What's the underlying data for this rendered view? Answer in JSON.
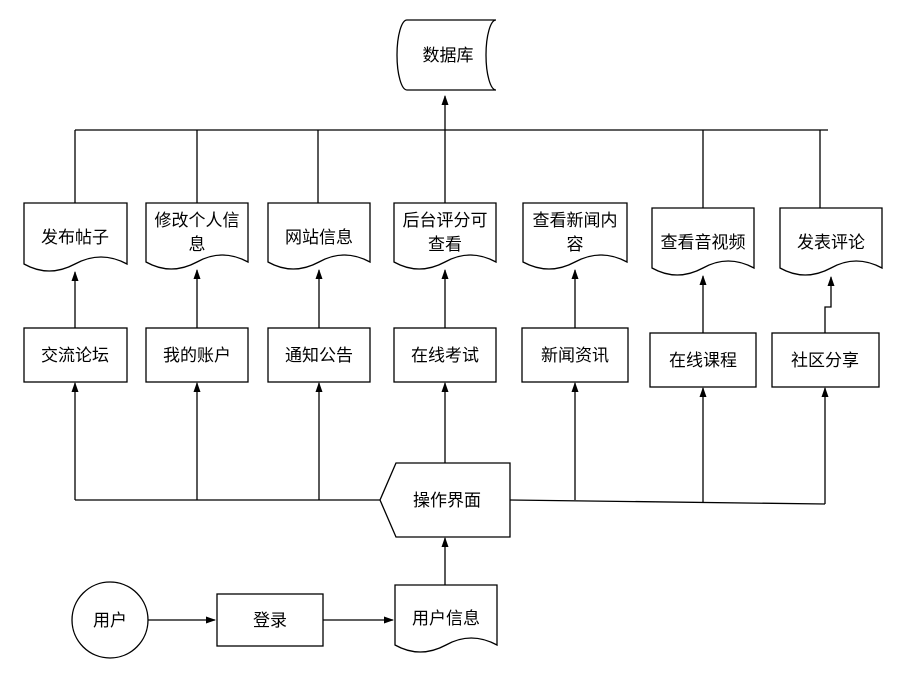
{
  "diagram": {
    "database": "数据库",
    "documents": {
      "post": "发布帖子",
      "modify_info_1": "修改个人信",
      "modify_info_2": "息",
      "site_info": "网站信息",
      "review_1": "后台评分可",
      "review_2": "查看",
      "news_content_1": "查看新闻内",
      "news_content_2": "容",
      "video": "查看音视频",
      "comment": "发表评论"
    },
    "modules": {
      "forum": "交流论坛",
      "account": "我的账户",
      "notice": "通知公告",
      "exam": "在线考试",
      "news": "新闻资讯",
      "course": "在线课程",
      "share": "社区分享"
    },
    "interface": "操作界面",
    "user": "用户",
    "login": "登录",
    "user_info": "用户信息"
  }
}
